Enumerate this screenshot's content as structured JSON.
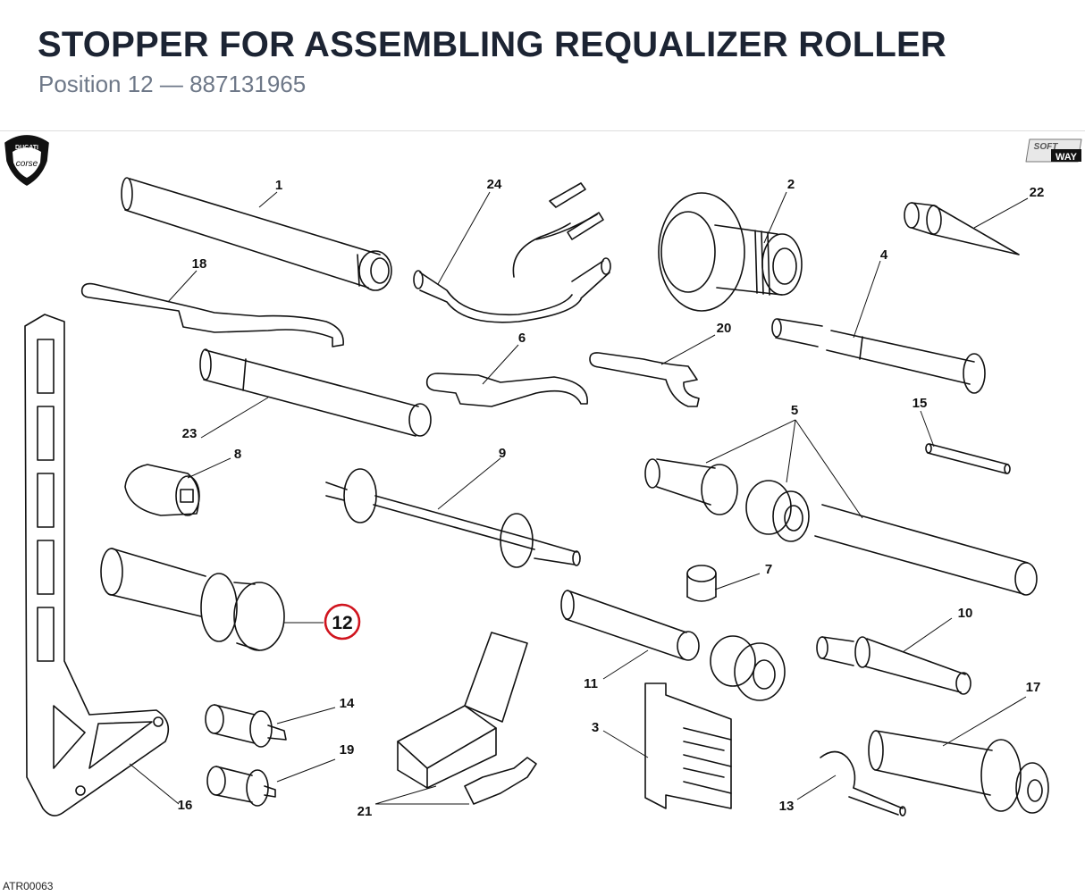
{
  "header": {
    "title": "STOPPER FOR ASSEMBLING REQUALIZER ROLLER",
    "subtitle": "Position 12 — 887131965"
  },
  "logos": {
    "ducati_top": "DUCATI",
    "ducati_bottom": "corse",
    "softway_top": "SOFT",
    "softway_bottom": "WAY"
  },
  "highlight": {
    "number": "12",
    "color": "#d0141e"
  },
  "callouts": [
    {
      "n": "1"
    },
    {
      "n": "24"
    },
    {
      "n": "2"
    },
    {
      "n": "22"
    },
    {
      "n": "18"
    },
    {
      "n": "4"
    },
    {
      "n": "6"
    },
    {
      "n": "20"
    },
    {
      "n": "23"
    },
    {
      "n": "5"
    },
    {
      "n": "15"
    },
    {
      "n": "8"
    },
    {
      "n": "9"
    },
    {
      "n": "7"
    },
    {
      "n": "10"
    },
    {
      "n": "11"
    },
    {
      "n": "14"
    },
    {
      "n": "3"
    },
    {
      "n": "17"
    },
    {
      "n": "19"
    },
    {
      "n": "16"
    },
    {
      "n": "21"
    },
    {
      "n": "13"
    }
  ],
  "footer": {
    "code": "ATR00063"
  }
}
